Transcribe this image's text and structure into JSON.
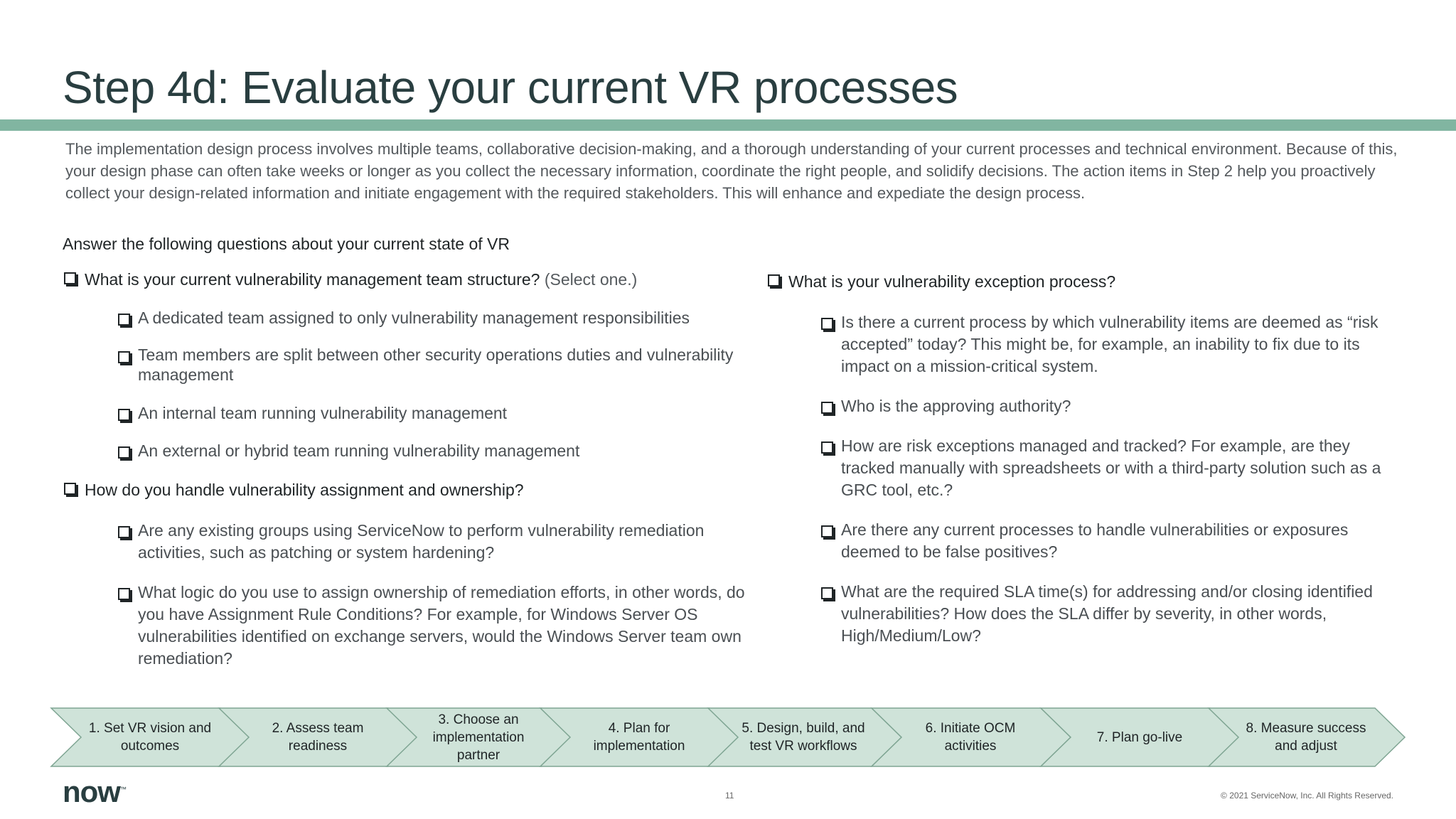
{
  "title": "Step 4d: Evaluate your current VR processes",
  "intro": "The implementation design process involves multiple teams, collaborative decision-making, and a thorough understanding of your current processes and technical environment. Because of this, your design phase can often take weeks or longer as you collect the necessary information, coordinate the right people, and solidify decisions. The action items in Step 2 help you proactively collect your design-related information and initiate engagement with the required stakeholders. This will enhance and expediate the design process.",
  "prompt": "Answer the following questions about your current state of VR",
  "left": {
    "q1": "What is your current vulnerability management team structure?",
    "q1_note": "(Select one.)",
    "q1_options": [
      "A dedicated team assigned to only vulnerability management responsibilities",
      "Team members are split between other security operations duties and vulnerability management",
      "An internal team running vulnerability management",
      "An external or hybrid team running vulnerability management"
    ],
    "q2": "How do you handle vulnerability assignment and ownership?",
    "q2_options": [
      "Are any existing groups using ServiceNow to perform vulnerability remediation activities, such as patching or system hardening?",
      "What logic do you use to assign ownership of remediation efforts, in other words, do you have Assignment Rule Conditions? For example, for Windows Server OS vulnerabilities identified on exchange servers, would the Windows Server team own remediation?"
    ]
  },
  "right": {
    "q3": "What is your vulnerability exception process?",
    "q3_options": [
      "Is there a current process by which vulnerability items are deemed as “risk accepted” today? This might be, for example, an inability to fix due to its impact on a mission-critical system.",
      "Who is the approving authority?",
      "How are risk exceptions managed and tracked? For example, are they tracked manually with spreadsheets or with a third-party solution such as a GRC tool, etc.?",
      "Are there any current processes to handle vulnerabilities or exposures deemed to be false positives?",
      "What are the required SLA time(s) for addressing and/or closing identified vulnerabilities? How does the SLA differ by severity, in other words, High/Medium/Low?"
    ]
  },
  "steps": [
    "1. Set VR vision and outcomes",
    "2. Assess team readiness",
    "3. Choose an implementation partner",
    "4. Plan for implementation",
    "5. Design, build, and test VR workflows",
    "6. Initiate OCM activities",
    "7. Plan go-live",
    "8. Measure success and adjust"
  ],
  "colors": {
    "accent_bar": "#81b5a1",
    "chevron_fill": "#cfe3d9",
    "chevron_stroke": "#7fa593",
    "title": "#293e40"
  },
  "footer": {
    "logo_text": "now",
    "logo_mark": "™",
    "page_number": "11",
    "copyright": "© 2021 ServiceNow, Inc. All Rights Reserved."
  }
}
